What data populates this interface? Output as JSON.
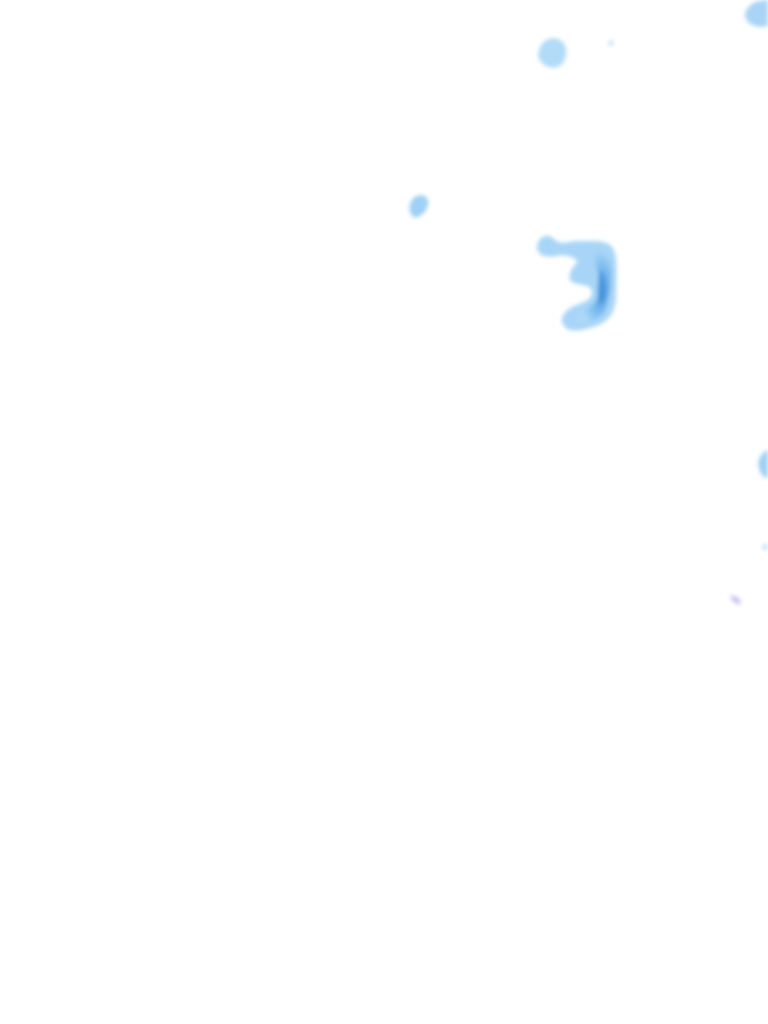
{
  "map": {
    "layer": "precipitation-radar-overlay",
    "palette": {
      "background": "#ffffff",
      "light": "#b8ddf8",
      "medium": "#8ec8f2",
      "strong": "#5ea8e6",
      "core": "#3f8fd8",
      "violet": "#c7c2ee"
    },
    "echo_cells": [
      {
        "id": "cell-top-right-edge",
        "intensity": "light"
      },
      {
        "id": "cell-top-center",
        "intensity": "light"
      },
      {
        "id": "cell-top-dot",
        "intensity": "light"
      },
      {
        "id": "cell-small-left",
        "intensity": "light"
      },
      {
        "id": "cell-main-hook",
        "intensity": "strong"
      },
      {
        "id": "cell-right-edge-mid",
        "intensity": "light"
      },
      {
        "id": "cell-right-edge-dot",
        "intensity": "light"
      },
      {
        "id": "cell-violet-speck",
        "intensity": "violet"
      }
    ]
  }
}
